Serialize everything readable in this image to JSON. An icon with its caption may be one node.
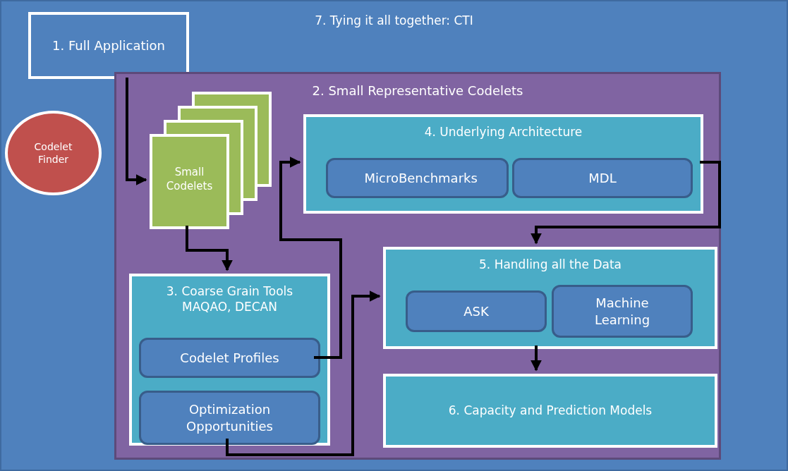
{
  "diagram": {
    "nodes": [
      {
        "text": [
          "7. Tying it all together: CTI"
        ]
      },
      {
        "text": [
          "1. Full Application"
        ],
        "in": 0
      },
      {
        "text": [
          "Codelet Finder"
        ],
        "in": 0
      },
      {
        "text": [
          "2. Small Representative Codelets"
        ],
        "in": 0
      },
      {
        "text": [
          "Small Codelets"
        ],
        "in": 3
      },
      {
        "text": [
          "4. Underlying Architecture"
        ],
        "in": 3
      },
      {
        "text": [
          "MicroBenchmarks"
        ],
        "in": 5
      },
      {
        "text": [
          "MDL"
        ],
        "in": 5
      },
      {
        "text": [
          "5. Handling all the Data"
        ],
        "in": 3
      },
      {
        "text": [
          "ASK"
        ],
        "in": 8
      },
      {
        "text": [
          "Machine Learning"
        ],
        "in": 8
      },
      {
        "text": [
          "3. Coarse Grain Tools",
          "MAQAO, DECAN"
        ],
        "in": 3
      },
      {
        "text": [
          "Codelet Profiles"
        ],
        "in": 11
      },
      {
        "text": [
          "Optimization Opportunities"
        ],
        "in": 11
      },
      {
        "text": [
          "6. Capacity and Prediction Models"
        ],
        "in": 3
      }
    ],
    "edges": [
      {
        "from": 1,
        "to": 4,
        "arrow": "to"
      },
      {
        "from": 4,
        "to": 11,
        "arrow": "to"
      },
      {
        "from": 12,
        "to": 5,
        "arrow": "to"
      },
      {
        "from": 13,
        "to": 8,
        "arrow": "to"
      },
      {
        "from": 5,
        "to": 8,
        "arrow": "to"
      },
      {
        "from": 8,
        "to": 14,
        "arrow": "to"
      }
    ]
  }
}
